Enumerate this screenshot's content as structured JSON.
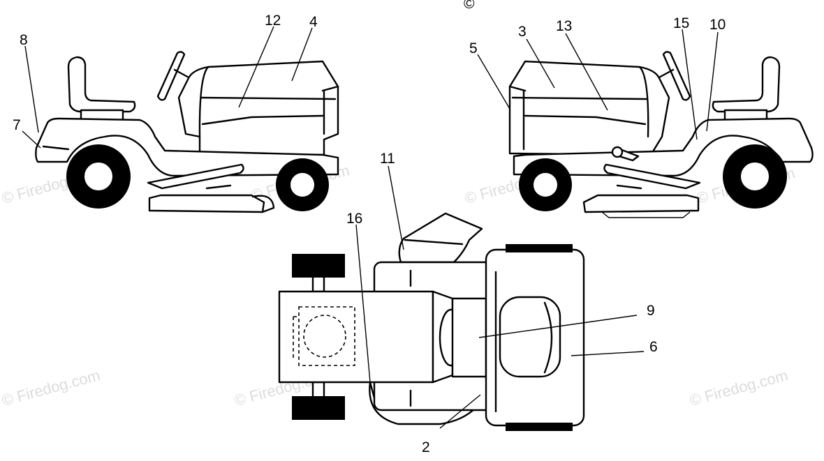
{
  "copyright_mark": "©",
  "watermark_text": "© Firedog.com",
  "callouts": {
    "c2": "2",
    "c3": "3",
    "c4": "4",
    "c5": "5",
    "c6": "6",
    "c7": "7",
    "c8": "8",
    "c9": "9",
    "c10": "10",
    "c11": "11",
    "c12": "12",
    "c13": "13",
    "c15": "15",
    "c16": "16"
  }
}
